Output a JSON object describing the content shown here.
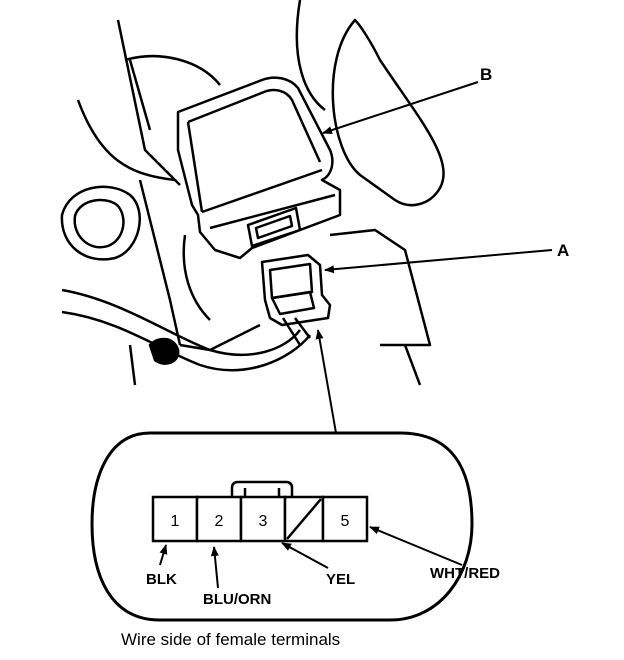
{
  "callouts": {
    "a": "A",
    "b": "B"
  },
  "connector": {
    "pins": [
      "1",
      "2",
      "3",
      "5"
    ]
  },
  "wires": {
    "blk": "BLK",
    "blu_orn": "BLU/ORN",
    "yel": "YEL",
    "wht_red": "WHT/RED"
  },
  "caption": "Wire side of female terminals"
}
